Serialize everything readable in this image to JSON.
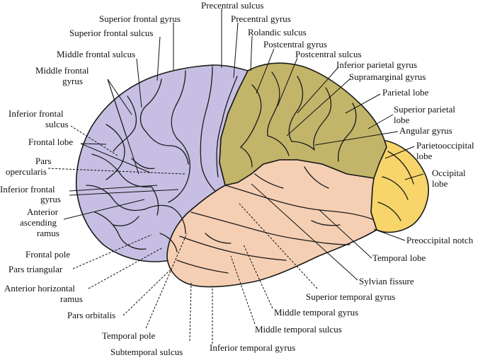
{
  "colors": {
    "frontal": "#c7bfe3",
    "parietal": "#c2b56a",
    "occipital": "#f7d56a",
    "temporal": "#f5cfb4",
    "line": "#1a1a1a"
  },
  "labels": {
    "precentral_sulcus": "Precentral sulcus",
    "superior_frontal_gyrus": "Superior frontal gyrus",
    "precentral_gyrus": "Precentral gyrus",
    "superior_frontal_sulcus": "Superior frontal sulcus",
    "rolandic_sulcus": "Rolandic sulcus",
    "postcentral_gyrus": "Postcentral gyrus",
    "middle_frontal_sulcus": "Middle frontal sulcus",
    "postcentral_sulcus": "Postcentral sulcus",
    "inferior_parietal_gyrus": "Inferior parietal gyrus",
    "middle_frontal_gyrus": [
      "Middle frontal",
      "gyrus"
    ],
    "supramarginal_gyrus": "Supramarginal gyrus",
    "parietal_lobe": "Parietal lobe",
    "inferior_frontal_sulcus": [
      "Inferior frontal",
      "sulcus"
    ],
    "superior_parietal_lobe": [
      "Superior parietal",
      "lobe"
    ],
    "frontal_lobe": "Frontal lobe",
    "angular_gyrus": "Angular gyrus",
    "pars_opercularis": [
      "Pars",
      "opercularis"
    ],
    "parietooccipital_lobe": [
      "Parietooccipital",
      "lobe"
    ],
    "inferior_frontal_gyrus": [
      "Inferior frontal",
      "gyrus"
    ],
    "occipital_lobe": [
      "Occipital",
      "lobe"
    ],
    "anterior_ascending_ramus": [
      "Anterior",
      "ascending",
      "ramus"
    ],
    "preoccipital_notch": "Preoccipital notch",
    "frontal_pole": "Frontal pole",
    "temporal_lobe": "Temporal lobe",
    "pars_triangular": "Pars triangular",
    "sylvian_fissure": "Sylvian fissure",
    "anterior_horizontal_ramus": [
      "Anterior horizontal",
      "ramus"
    ],
    "superior_temporal_gyrus": "Superior temporal gyrus",
    "pars_orbitalis": "Pars orbitalis",
    "middle_temporal_gyrus": "Middle temporal gyrus",
    "temporal_pole": "Temporal pole",
    "middle_temporal_sulcus": "Middle temporal sulcus",
    "subtemporal_sulcus": "Subtemporal sulcus",
    "inferior_temporal_gyrus": "Inferior temporal gyrus"
  }
}
